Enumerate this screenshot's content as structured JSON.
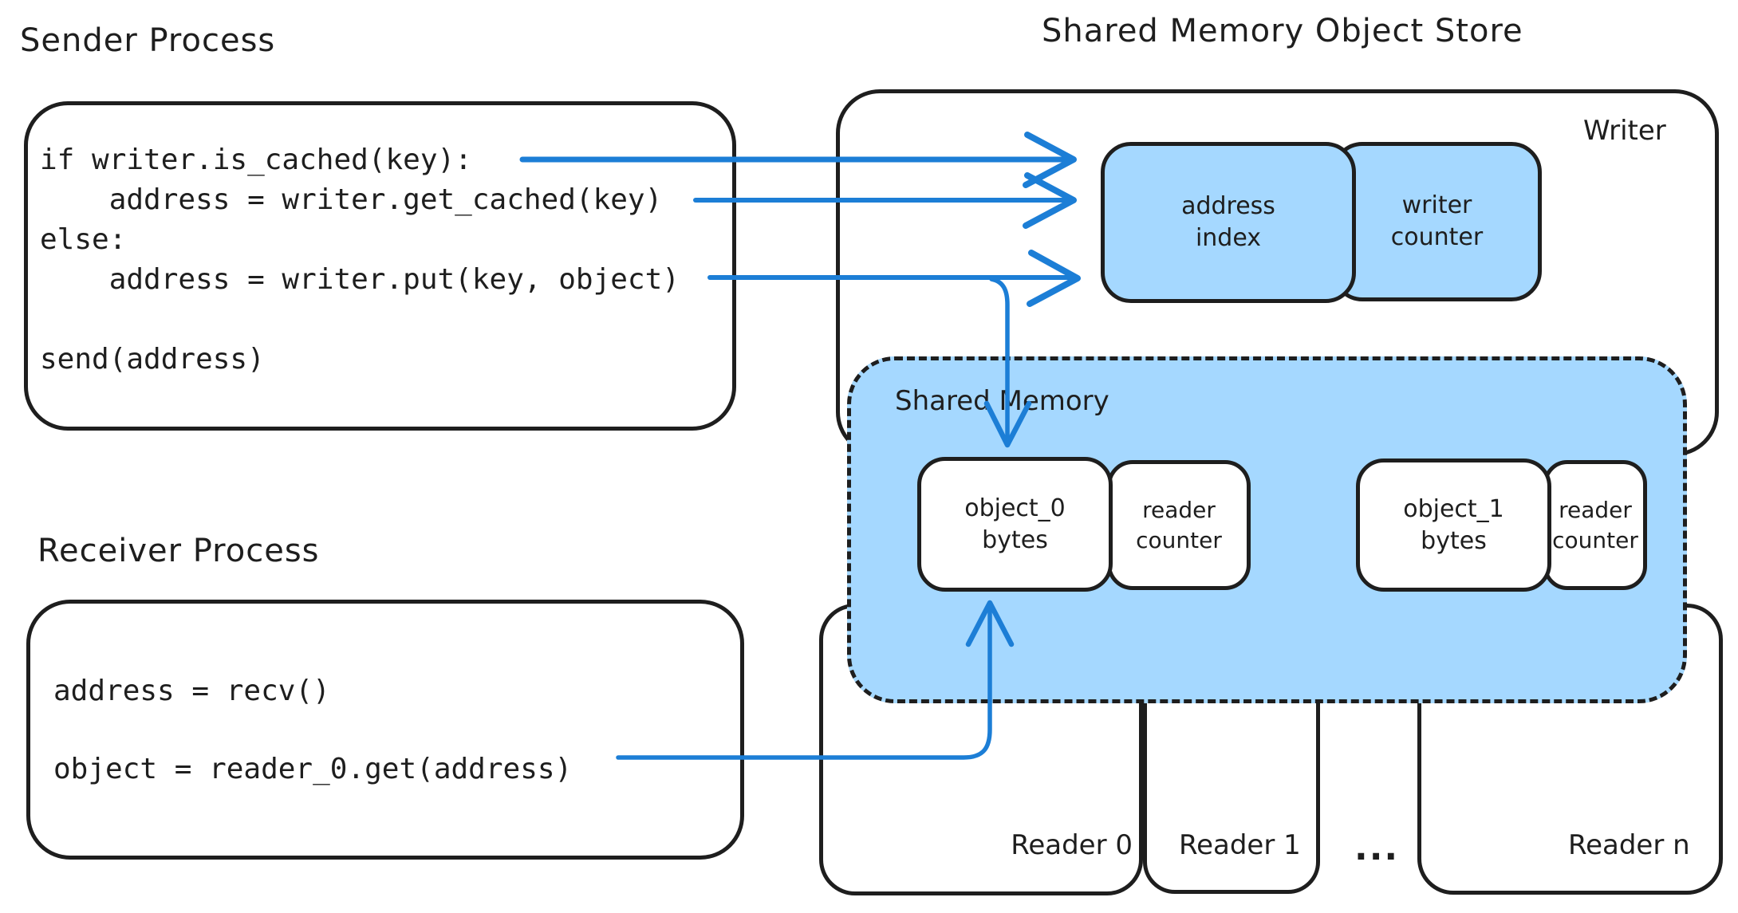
{
  "titles": {
    "sender": "Sender Process",
    "receiver": "Receiver Process",
    "store": "Shared Memory Object Store"
  },
  "sender": {
    "code": [
      "if writer.is_cached(key):",
      "    address = writer.get_cached(key)",
      "else:",
      "    address = writer.put(key, object)",
      "",
      "send(address)"
    ]
  },
  "receiver": {
    "code": [
      "address = recv()",
      "",
      "object = reader_0.get(address)"
    ]
  },
  "store": {
    "writer_label": "Writer",
    "shared_memory_label": "Shared Memory",
    "address_index": [
      "address",
      "index"
    ],
    "writer_counter": [
      "writer",
      "counter"
    ],
    "object_0": [
      "object_0",
      "bytes"
    ],
    "reader_counter_0": [
      "reader",
      "counter"
    ],
    "object_1": [
      "object_1",
      "bytes"
    ],
    "reader_counter_1": [
      "reader",
      "counter"
    ],
    "reader_0_label": "Reader 0",
    "reader_1_label": "Reader 1",
    "reader_dots": "...",
    "reader_n_label": "Reader n"
  },
  "colors": {
    "background": "#ffffff",
    "stroke": "#1e1e1e",
    "fill_blue": "#a5d8ff",
    "arrow_blue": "#1c7ed6"
  }
}
